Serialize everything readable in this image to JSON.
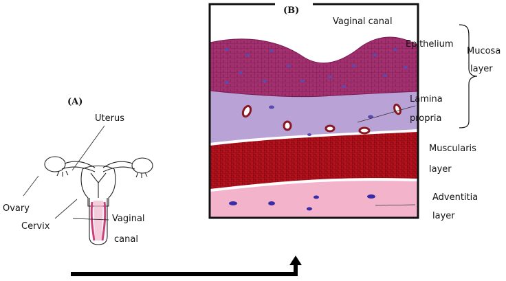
{
  "panel_a": {
    "label": "(A)",
    "labels": {
      "uterus": "Uterus",
      "ovary": "Ovary",
      "cervix": "Cervix",
      "vaginal_line1": "Vaginal",
      "vaginal_line2": "canal"
    }
  },
  "panel_b": {
    "label": "(B)",
    "vaginal_canal": "Vaginal canal",
    "epithelium": "Epithelium",
    "lamina_line1": "Lamina",
    "lamina_line2": "propria",
    "muscularis_line1": "Muscularis",
    "muscularis_line2": "layer",
    "adventitia_line1": "Adventitia",
    "adventitia_line2": "layer",
    "mucosa_line1": "Mucosa",
    "mucosa_line2": "layer"
  },
  "colors": {
    "epithelium": "#a2306f",
    "epithelium_cell_line": "#5e1340",
    "epithelium_nucleus": "#5a4bb0",
    "lamina_propria": "#b8a2d6",
    "vessel": "#8a1822",
    "muscularis": "#b3121c",
    "muscularis_line": "#5a0008",
    "adventitia": "#f2b3cb",
    "adventitia_nucleus": "#3a2ca8",
    "arrow": "#000000"
  }
}
